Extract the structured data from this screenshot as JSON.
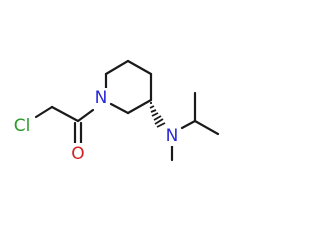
{
  "atoms": {
    "chlorine": {
      "label": "Cl",
      "color": "#2a9a2a"
    },
    "oxygen": {
      "label": "O",
      "color": "#d42020"
    },
    "ring_nitrogen": {
      "label": "N",
      "color": "#2a2ad8"
    },
    "amine_nitrogen": {
      "label": "N",
      "color": "#2a2ad8"
    }
  }
}
